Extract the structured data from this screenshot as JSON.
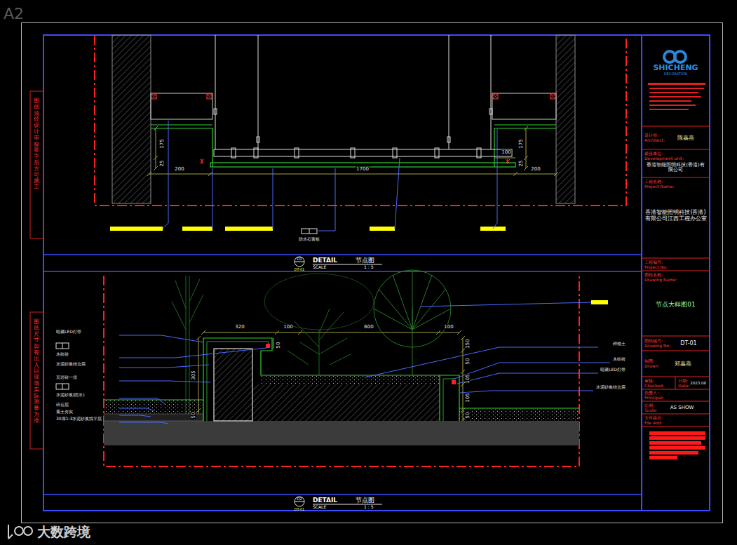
{
  "diagram": {
    "nodes": [
      {
        "text": [
          "SHICHENG",
          "DECORATION"
        ]
      },
      {
        "text": [
          "设计师:",
          "Architect:",
          "陈嘉燕"
        ]
      },
      {
        "text": [
          "建设单位:",
          "Development unit:",
          "香港智能照明科技(香港)有限公司"
        ]
      },
      {
        "text": [
          "工程名称:",
          "Project Name:",
          "香港智能照明科技(香港)有限公司江西工程办公室"
        ]
      },
      {
        "text": [
          "工程编号:",
          "Project No:"
        ]
      },
      {
        "text": [
          "图纸名称:",
          "Drawing Name:",
          "节点大样图01"
        ]
      },
      {
        "text": [
          "图纸编号:",
          "Drawing No:",
          "DT-01"
        ]
      },
      {
        "text": [
          "制图:",
          "Drawn:",
          "郑嘉燕"
        ]
      },
      {
        "text": [
          "审核:",
          "Checked:"
        ]
      },
      {
        "text": [
          "日期:",
          "Date:",
          "2023.08"
        ]
      },
      {
        "text": [
          "负责人:",
          "Principal:"
        ]
      },
      {
        "text": [
          "比例:",
          "Scale:",
          "AS SHOW"
        ]
      },
      {
        "text": [
          "文件路径:",
          "File Add:"
        ]
      },
      {
        "text": [
          "D1",
          "DT-01",
          "DETAIL",
          "节点图",
          "SCALE",
          "1 : 5"
        ]
      },
      {
        "text": [
          "D2",
          "DT-01",
          "DETAIL",
          "节点图",
          "SCALE",
          "1 : 5"
        ]
      }
    ],
    "labels": [
      "A2",
      "175",
      "25",
      "200",
      "1700",
      "100",
      "175",
      "25",
      "200",
      "防水石膏板",
      "320",
      "100",
      "600",
      "100",
      "305",
      "50",
      "50",
      "150",
      "50",
      "105",
      "105",
      "50",
      "暗藏LED灯带",
      "木纹砖",
      "水泥砂浆结合层",
      "页岩砖一排",
      "水泥砂浆(防水)",
      "碎石层",
      "素土夯实",
      "30厚1:3水泥砂浆找平层",
      "种植土",
      "木纹砖",
      "暗藏LED灯带",
      "水泥砂浆结合层",
      "大数跨境",
      "图纸须经设计审核签字后方可施工",
      "图纸尺寸如有出入以现场实际测量为准"
    ]
  }
}
